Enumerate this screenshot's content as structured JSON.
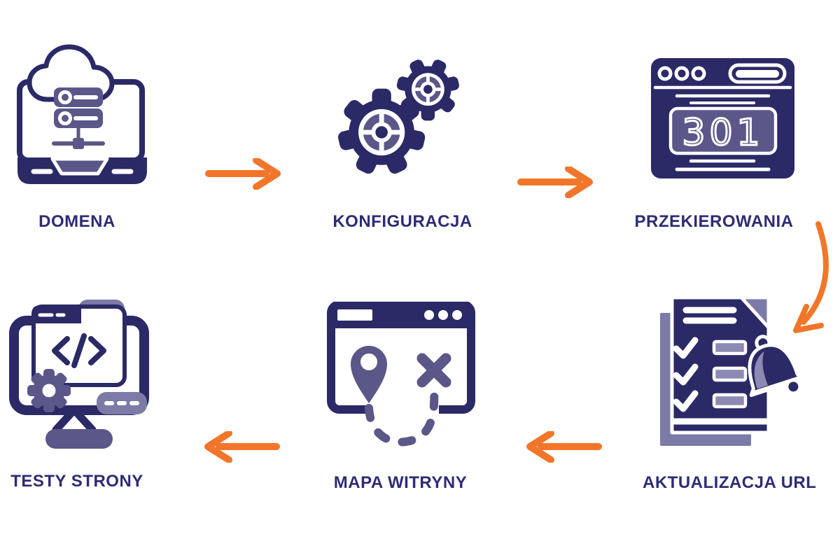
{
  "diagram": {
    "steps": [
      {
        "label": "DOMENA",
        "icon": "laptop-cloud-server-icon"
      },
      {
        "label": "KONFIGURACJA",
        "icon": "gears-icon"
      },
      {
        "label": "PRZEKIEROWANIA",
        "icon": "browser-301-icon",
        "badge": "301"
      },
      {
        "label": "AKTUALIZACJA URL",
        "icon": "checklist-bell-icon"
      },
      {
        "label": "MAPA WITRYNY",
        "icon": "sitemap-browser-icon"
      },
      {
        "label": "TESTY STRONY",
        "icon": "monitor-code-gear-icon"
      }
    ],
    "connectors": [
      {
        "from": "DOMENA",
        "to": "KONFIGURACJA",
        "type": "arrow-right"
      },
      {
        "from": "KONFIGURACJA",
        "to": "PRZEKIEROWANIA",
        "type": "arrow-right"
      },
      {
        "from": "PRZEKIEROWANIA",
        "to": "AKTUALIZACJA URL",
        "type": "arrow-curved-down-left"
      },
      {
        "from": "AKTUALIZACJA URL",
        "to": "MAPA WITRYNY",
        "type": "arrow-left"
      },
      {
        "from": "MAPA WITRYNY",
        "to": "TESTY STRONY",
        "type": "arrow-left"
      }
    ],
    "colors": {
      "navy": "#2B2966",
      "purple": "#5B5789",
      "light_purple": "#7C7AA6",
      "pill_purple": "#8C8AB2",
      "orange": "#F2762A",
      "label_text": "#2E2C74",
      "background": "#FFFFFF"
    }
  }
}
